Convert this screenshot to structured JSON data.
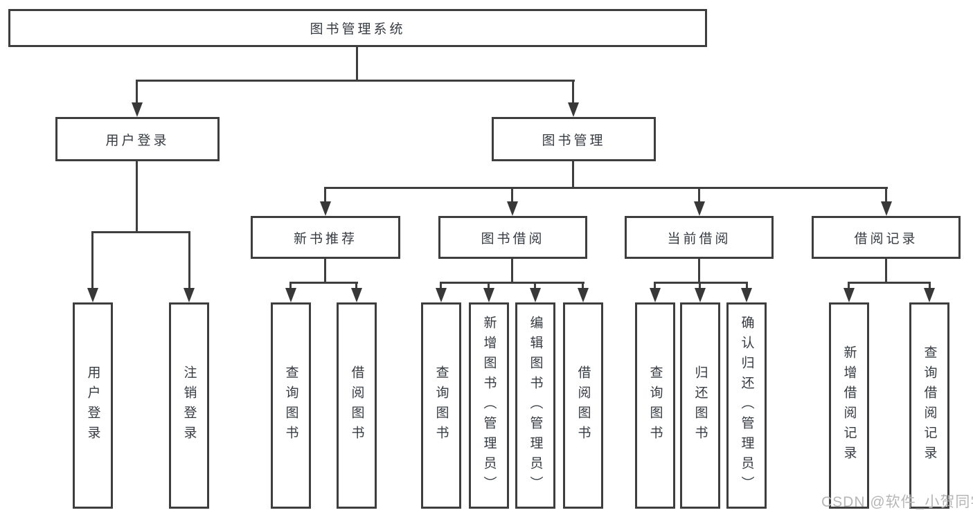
{
  "diagram_title": "图书管理系统",
  "colors": {
    "background": "#ffffff",
    "line": "#3e3e3e",
    "text": "#363b42",
    "watermark": "#b6b6b6"
  },
  "nodes": {
    "root": {
      "label": "图书管理系统"
    },
    "user_login": {
      "label": "用户登录"
    },
    "book_mgmt": {
      "label": "图书管理"
    },
    "new_book_rec": {
      "label": "新书推荐"
    },
    "book_borrow": {
      "label": "图书借阅"
    },
    "current_borrow": {
      "label": "当前借阅"
    },
    "borrow_records": {
      "label": "借阅记录"
    },
    "login_login": {
      "label": "用户登录"
    },
    "login_logout": {
      "label": "注销登录"
    },
    "rec_query": {
      "label": "查询图书"
    },
    "rec_borrow": {
      "label": "借阅图书"
    },
    "bb_query": {
      "label": "查询图书"
    },
    "bb_add": {
      "label": "新增图书（管理员）"
    },
    "bb_edit": {
      "label": "编辑图书（管理员）"
    },
    "bb_borrow": {
      "label": "借阅图书"
    },
    "cb_query": {
      "label": "查询图书"
    },
    "cb_return": {
      "label": "归还图书"
    },
    "cb_confirm": {
      "label": "确认归还（管理员）"
    },
    "br_add": {
      "label": "新增借阅记录"
    },
    "br_query": {
      "label": "查询借阅记录"
    }
  },
  "hierarchy": {
    "图书管理系统": {
      "用户登录": [
        "用户登录",
        "注销登录"
      ],
      "图书管理": {
        "新书推荐": [
          "查询图书",
          "借阅图书"
        ],
        "图书借阅": [
          "查询图书",
          "新增图书（管理员）",
          "编辑图书（管理员）",
          "借阅图书"
        ],
        "当前借阅": [
          "查询图书",
          "归还图书",
          "确认归还（管理员）"
        ],
        "借阅记录": [
          "新增借阅记录",
          "查询借阅记录"
        ]
      }
    }
  },
  "watermark": {
    "text": "CSDN @软件_小贺同学"
  }
}
